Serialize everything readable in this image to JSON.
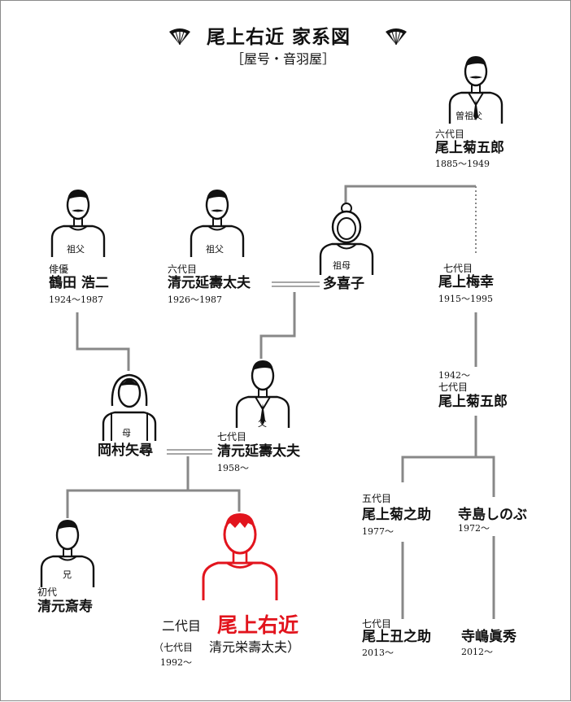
{
  "header": {
    "title": "尾上右近 家系図",
    "subtitle": "［屋号・音羽屋］"
  },
  "colors": {
    "line": "#888888",
    "highlight": "#e2141d",
    "text": "#111111"
  },
  "people": {
    "great_grandfather": {
      "relation": "曽祖父",
      "generation": "六代目",
      "name": "尾上菊五郎",
      "years": "1885〜1949"
    },
    "maternal_grandfather": {
      "relation": "祖父",
      "generation": "俳優",
      "name": "鶴田 浩二",
      "years": "1924〜1987"
    },
    "paternal_grandfather": {
      "relation": "祖父",
      "generation": "六代目",
      "name": "清元延壽太夫",
      "years": "1926〜1987"
    },
    "grandmother": {
      "relation": "祖母",
      "name": "多喜子"
    },
    "baiko": {
      "generation": "七代目",
      "name": "尾上梅幸",
      "years": "1915〜1995"
    },
    "kikugoro7": {
      "years": "1942〜",
      "generation": "七代目",
      "name": "尾上菊五郎"
    },
    "mother": {
      "relation": "母",
      "name": "岡村矢尋"
    },
    "father": {
      "relation": "父",
      "generation": "七代目",
      "name": "清元延壽太夫",
      "years": "1958〜"
    },
    "kikunosuke": {
      "generation": "五代目",
      "name": "尾上菊之助",
      "years": "1977〜"
    },
    "shinobu": {
      "name": "寺島しのぶ",
      "years": "1972〜"
    },
    "ushinosuke": {
      "generation": "七代目",
      "name": "尾上丑之助",
      "years": "2013〜"
    },
    "masahide": {
      "name": "寺嶋眞秀",
      "years": "2012〜"
    },
    "brother": {
      "relation": "兄",
      "generation": "初代",
      "name": "清元斎寿"
    },
    "ukon": {
      "generation": "二代目",
      "name": "尾上右近",
      "alias_open": "（七代目",
      "alias_name": "清元栄壽太夫）",
      "years": "1992〜"
    }
  }
}
